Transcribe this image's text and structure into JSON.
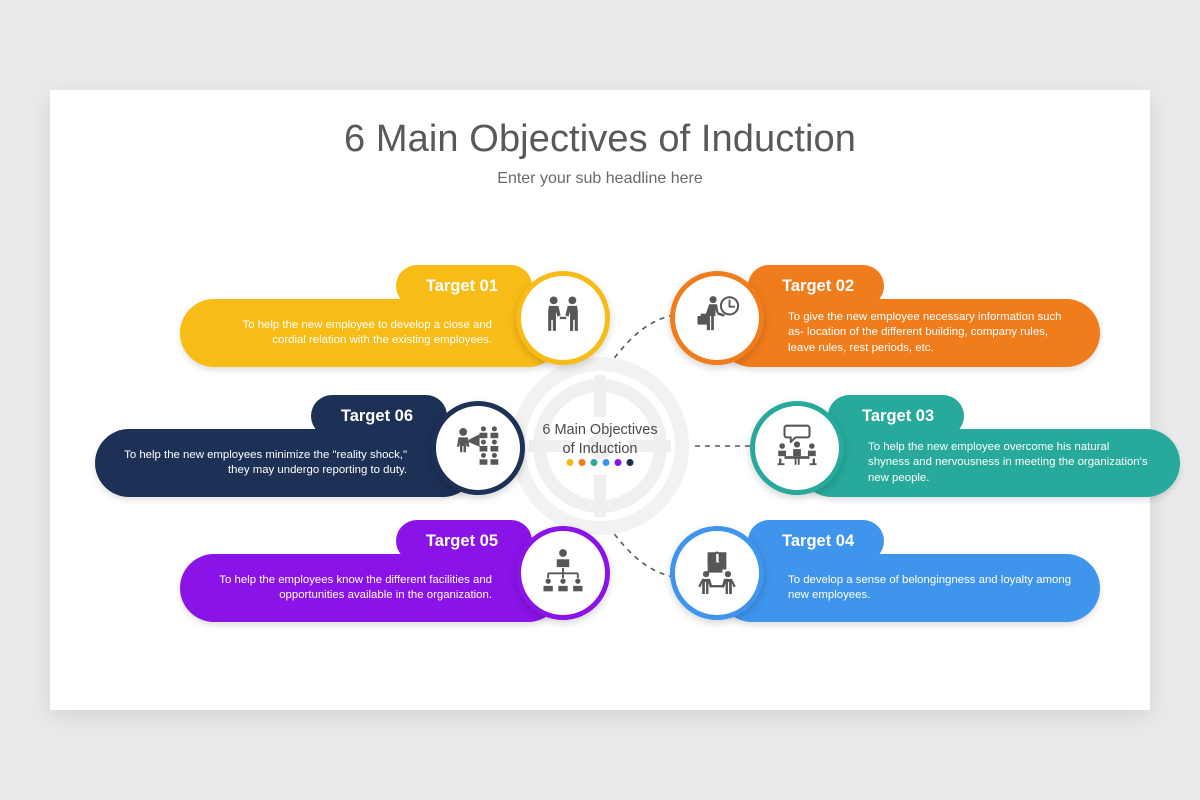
{
  "slide": {
    "title": "6 Main Objectives of Induction",
    "subtitle": "Enter your sub headline here",
    "background": "#eaeaec",
    "canvas": "#ffffff"
  },
  "hub": {
    "label_line1": "6 Main Objectives",
    "label_line2": "of Induction",
    "icon": "target-crosshair-icon",
    "dot_colors": [
      "#f5b820",
      "#ef7c18",
      "#2aa89a",
      "#3d94ec",
      "#8a13e8",
      "#1d2e4e"
    ]
  },
  "cards": [
    {
      "id": "target-01",
      "title": "Target 01",
      "text": "To help the new employee to develop a close and cordial relation with the existing employees.",
      "color": "#f8bc16",
      "ring": "#f8bc16",
      "icon": "handshake-icon",
      "side": "left"
    },
    {
      "id": "target-02",
      "title": "Target 02",
      "text": "To give the new employee necessary information such as- location of the different building, company rules, leave rules, rest periods, etc.",
      "color": "#f07c1b",
      "ring": "#f07c1b",
      "icon": "businessman-clock-icon",
      "side": "right"
    },
    {
      "id": "target-03",
      "title": "Target 03",
      "text": "To help the new employee overcome his natural shyness and nervousness in meeting the organization's new people.",
      "color": "#27a99b",
      "ring": "#27a99b",
      "icon": "meeting-table-icon",
      "side": "right"
    },
    {
      "id": "target-04",
      "title": "Target 04",
      "text": "To develop a sense of belongingness and loyalty among new employees.",
      "color": "#3f94ec",
      "ring": "#3f94ec",
      "icon": "puzzle-people-icon",
      "side": "right"
    },
    {
      "id": "target-05",
      "title": "Target 05",
      "text": "To help the employees know the different facilities and opportunities available in the organization.",
      "color": "#8a13e8",
      "ring": "#8a13e8",
      "icon": "org-chart-icon",
      "side": "left"
    },
    {
      "id": "target-06",
      "title": "Target 06",
      "text": "To help the new employees minimize the \"reality shock,\" they may undergo reporting to duty.",
      "color": "#1d3055",
      "ring": "#1d3055",
      "icon": "megaphone-audience-icon",
      "side": "left"
    }
  ]
}
